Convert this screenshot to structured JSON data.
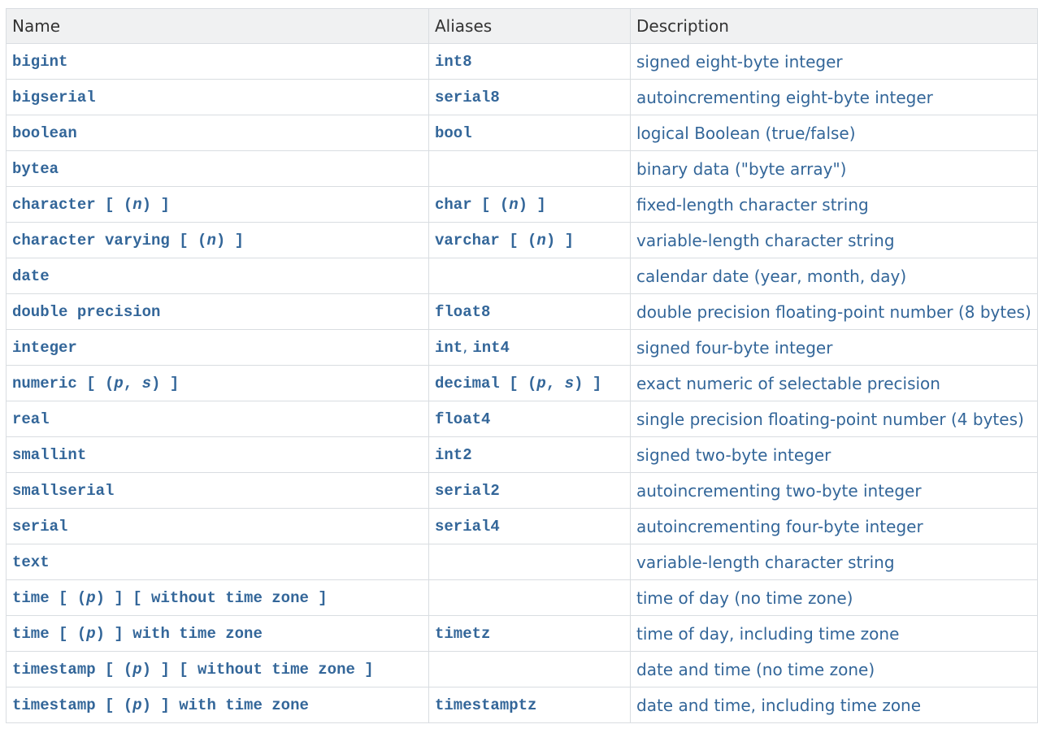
{
  "table": {
    "headers": [
      "Name",
      "Aliases",
      "Description"
    ],
    "rows": [
      {
        "name": [
          {
            "t": "bigint"
          }
        ],
        "aliases": [
          {
            "t": "int8"
          }
        ],
        "description": "signed eight-byte integer"
      },
      {
        "name": [
          {
            "t": "bigserial"
          }
        ],
        "aliases": [
          {
            "t": "serial8"
          }
        ],
        "description": "autoincrementing eight-byte integer"
      },
      {
        "name": [
          {
            "t": "boolean"
          }
        ],
        "aliases": [
          {
            "t": "bool"
          }
        ],
        "description": "logical Boolean (true/false)"
      },
      {
        "name": [
          {
            "t": "bytea"
          }
        ],
        "aliases": [],
        "description": "binary data (\"byte array\")"
      },
      {
        "name": [
          {
            "t": "character [ ("
          },
          {
            "t": "n",
            "i": true
          },
          {
            "t": ") ]"
          }
        ],
        "aliases": [
          {
            "t": "char [ ("
          },
          {
            "t": "n",
            "i": true
          },
          {
            "t": ") ]"
          }
        ],
        "description": "fixed-length character string"
      },
      {
        "name": [
          {
            "t": "character varying [ ("
          },
          {
            "t": "n",
            "i": true
          },
          {
            "t": ") ]"
          }
        ],
        "aliases": [
          {
            "t": "varchar [ ("
          },
          {
            "t": "n",
            "i": true
          },
          {
            "t": ") ]"
          }
        ],
        "description": "variable-length character string"
      },
      {
        "name": [
          {
            "t": "date"
          }
        ],
        "aliases": [],
        "description": "calendar date (year, month, day)"
      },
      {
        "name": [
          {
            "t": "double precision"
          }
        ],
        "aliases": [
          {
            "t": "float8"
          }
        ],
        "description": "double precision floating-point number (8 bytes)"
      },
      {
        "name": [
          {
            "t": "integer"
          }
        ],
        "aliases": [
          {
            "t": "int"
          },
          {
            "t": ", ",
            "plain": true
          },
          {
            "t": "int4"
          }
        ],
        "description": "signed four-byte integer"
      },
      {
        "name": [
          {
            "t": "numeric [ ("
          },
          {
            "t": "p",
            "i": true
          },
          {
            "t": ", "
          },
          {
            "t": "s",
            "i": true
          },
          {
            "t": ") ]"
          }
        ],
        "aliases": [
          {
            "t": "decimal [ ("
          },
          {
            "t": "p",
            "i": true
          },
          {
            "t": ", "
          },
          {
            "t": "s",
            "i": true
          },
          {
            "t": ") ]"
          }
        ],
        "description": "exact numeric of selectable precision"
      },
      {
        "name": [
          {
            "t": "real"
          }
        ],
        "aliases": [
          {
            "t": "float4"
          }
        ],
        "description": "single precision floating-point number (4 bytes)"
      },
      {
        "name": [
          {
            "t": "smallint"
          }
        ],
        "aliases": [
          {
            "t": "int2"
          }
        ],
        "description": "signed two-byte integer"
      },
      {
        "name": [
          {
            "t": "smallserial"
          }
        ],
        "aliases": [
          {
            "t": "serial2"
          }
        ],
        "description": "autoincrementing two-byte integer"
      },
      {
        "name": [
          {
            "t": "serial"
          }
        ],
        "aliases": [
          {
            "t": "serial4"
          }
        ],
        "description": "autoincrementing four-byte integer"
      },
      {
        "name": [
          {
            "t": "text"
          }
        ],
        "aliases": [],
        "description": "variable-length character string"
      },
      {
        "name": [
          {
            "t": "time [ ("
          },
          {
            "t": "p",
            "i": true
          },
          {
            "t": ") ] [ without time zone ]"
          }
        ],
        "aliases": [],
        "description": "time of day (no time zone)"
      },
      {
        "name": [
          {
            "t": "time [ ("
          },
          {
            "t": "p",
            "i": true
          },
          {
            "t": ") ] with time zone"
          }
        ],
        "aliases": [
          {
            "t": "timetz"
          }
        ],
        "description": "time of day, including time zone"
      },
      {
        "name": [
          {
            "t": "timestamp [ ("
          },
          {
            "t": "p",
            "i": true
          },
          {
            "t": ") ] [ without time zone ]"
          }
        ],
        "aliases": [],
        "description": "date and time (no time zone)"
      },
      {
        "name": [
          {
            "t": "timestamp [ ("
          },
          {
            "t": "p",
            "i": true
          },
          {
            "t": ") ] with time zone"
          }
        ],
        "aliases": [
          {
            "t": "timestamptz"
          }
        ],
        "description": "date and time, including time zone"
      }
    ]
  },
  "colors": {
    "link_text": "#336699",
    "header_bg": "#f0f1f2",
    "header_text": "#333333",
    "border": "#d9dde1"
  }
}
